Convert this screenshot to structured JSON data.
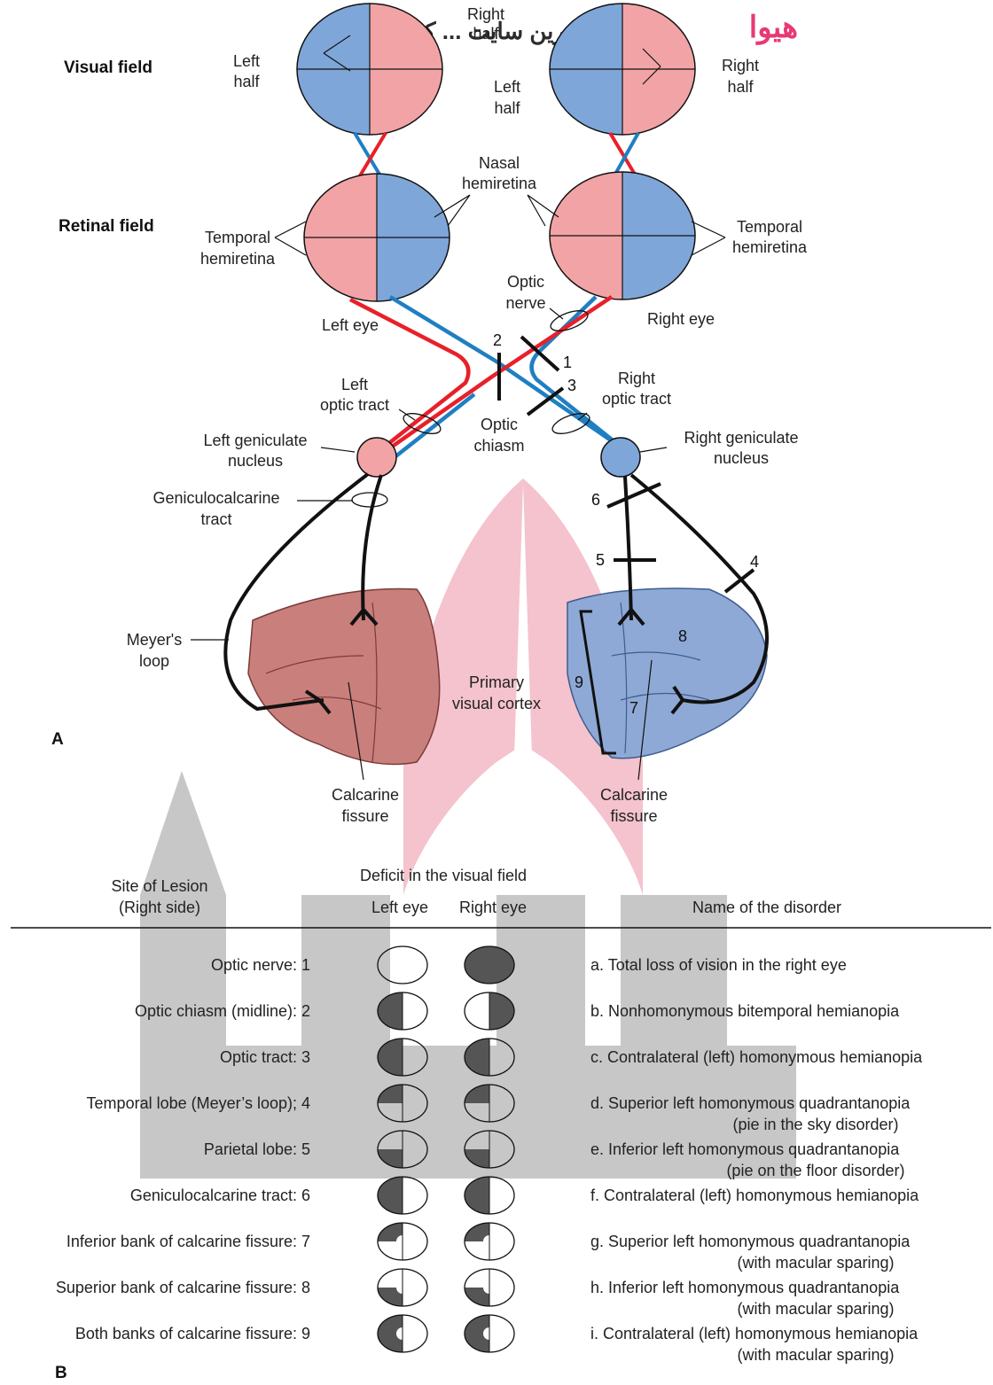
{
  "watermark": {
    "logo_text": "هیوا",
    "caption": "ترین سایت ... کشور"
  },
  "panel_a": {
    "label": "A",
    "row_visual": "Visual field",
    "row_retinal": "Retinal field",
    "left_half": [
      "Left",
      "half"
    ],
    "right_half": [
      "Right",
      "half"
    ],
    "nasal": [
      "Nasal",
      "hemiretina"
    ],
    "temporal": [
      "Temporal",
      "hemiretina"
    ],
    "left_eye": "Left eye",
    "right_eye": "Right eye",
    "optic_nerve": [
      "Optic",
      "nerve"
    ],
    "optic_chiasm": [
      "Optic",
      "chiasm"
    ],
    "left_optic_tract": [
      "Left",
      "optic tract"
    ],
    "right_optic_tract": [
      "Right",
      "optic tract"
    ],
    "left_geniculate": [
      "Left geniculate",
      "nucleus"
    ],
    "right_geniculate": [
      "Right geniculate",
      "nucleus"
    ],
    "geniculocalcarine": [
      "Geniculocalcarine",
      "tract"
    ],
    "meyers_loop": [
      "Meyer's",
      "loop"
    ],
    "primary_cortex": [
      "Primary",
      "visual cortex"
    ],
    "calcarine": [
      "Calcarine",
      "fissure"
    ],
    "lesion_numbers": [
      "1",
      "2",
      "3",
      "4",
      "5",
      "6",
      "7",
      "8",
      "9"
    ]
  },
  "panel_b": {
    "label": "B",
    "col_site": [
      "Site of Lesion",
      "(Right side)"
    ],
    "col_deficit": "Deficit in the visual field",
    "col_left_eye": "Left eye",
    "col_right_eye": "Right eye",
    "col_name": "Name of the disorder",
    "rows": [
      {
        "site": "Optic nerve: 1",
        "name": [
          "a.  Total loss of vision in the right eye"
        ],
        "left": "none",
        "right": "full"
      },
      {
        "site": "Optic chiasm (midline): 2",
        "name": [
          "b.  Nonhomonymous bitemporal hemianopia"
        ],
        "left": "left-half",
        "right": "right-half"
      },
      {
        "site": "Optic tract: 3",
        "name": [
          "c.  Contralateral (left) homonymous hemianopia"
        ],
        "left": "left-half",
        "right": "left-half"
      },
      {
        "site": "Temporal lobe (Meyer’s loop); 4",
        "name": [
          "d.  Superior left homonymous quadrantanopia",
          "(pie in the sky disorder)"
        ],
        "left": "upper-left",
        "right": "upper-left"
      },
      {
        "site": "Parietal lobe: 5",
        "name": [
          "e.  Inferior left homonymous quadrantanopia",
          "(pie on the floor disorder)"
        ],
        "left": "lower-left",
        "right": "lower-left"
      },
      {
        "site": "Geniculocalcarine tract: 6",
        "name": [
          "f.  Contralateral (left) homonymous hemianopia"
        ],
        "left": "left-half",
        "right": "left-half"
      },
      {
        "site": "Inferior bank of calcarine fissure: 7",
        "name": [
          "g.  Superior left homonymous quadrantanopia",
          "(with macular sparing)"
        ],
        "left": "upper-left-spared",
        "right": "upper-left-spared"
      },
      {
        "site": "Superior bank of calcarine fissure: 8",
        "name": [
          "h.  Inferior left homonymous quadrantanopia",
          "(with macular sparing)"
        ],
        "left": "lower-left-spared",
        "right": "lower-left-spared"
      },
      {
        "site": "Both banks of calcarine fissure: 9",
        "name": [
          "i.  Contralateral (left) homonymous hemianopia",
          "(with macular sparing)"
        ],
        "left": "left-half-spared",
        "right": "left-half-spared"
      }
    ]
  },
  "colors": {
    "blue": "#7ea6d8",
    "pink": "#f2a3a6",
    "red_tract": "#e8202a",
    "blue_tract": "#1f7fc2",
    "deficit": "#555555",
    "cortex_left": "#c97f7c",
    "cortex_right": "#8fa9d6",
    "watermark_gray": "#bdbdbd",
    "watermark_pink": "#f4b8c4",
    "logo_red": "#e6306b"
  }
}
